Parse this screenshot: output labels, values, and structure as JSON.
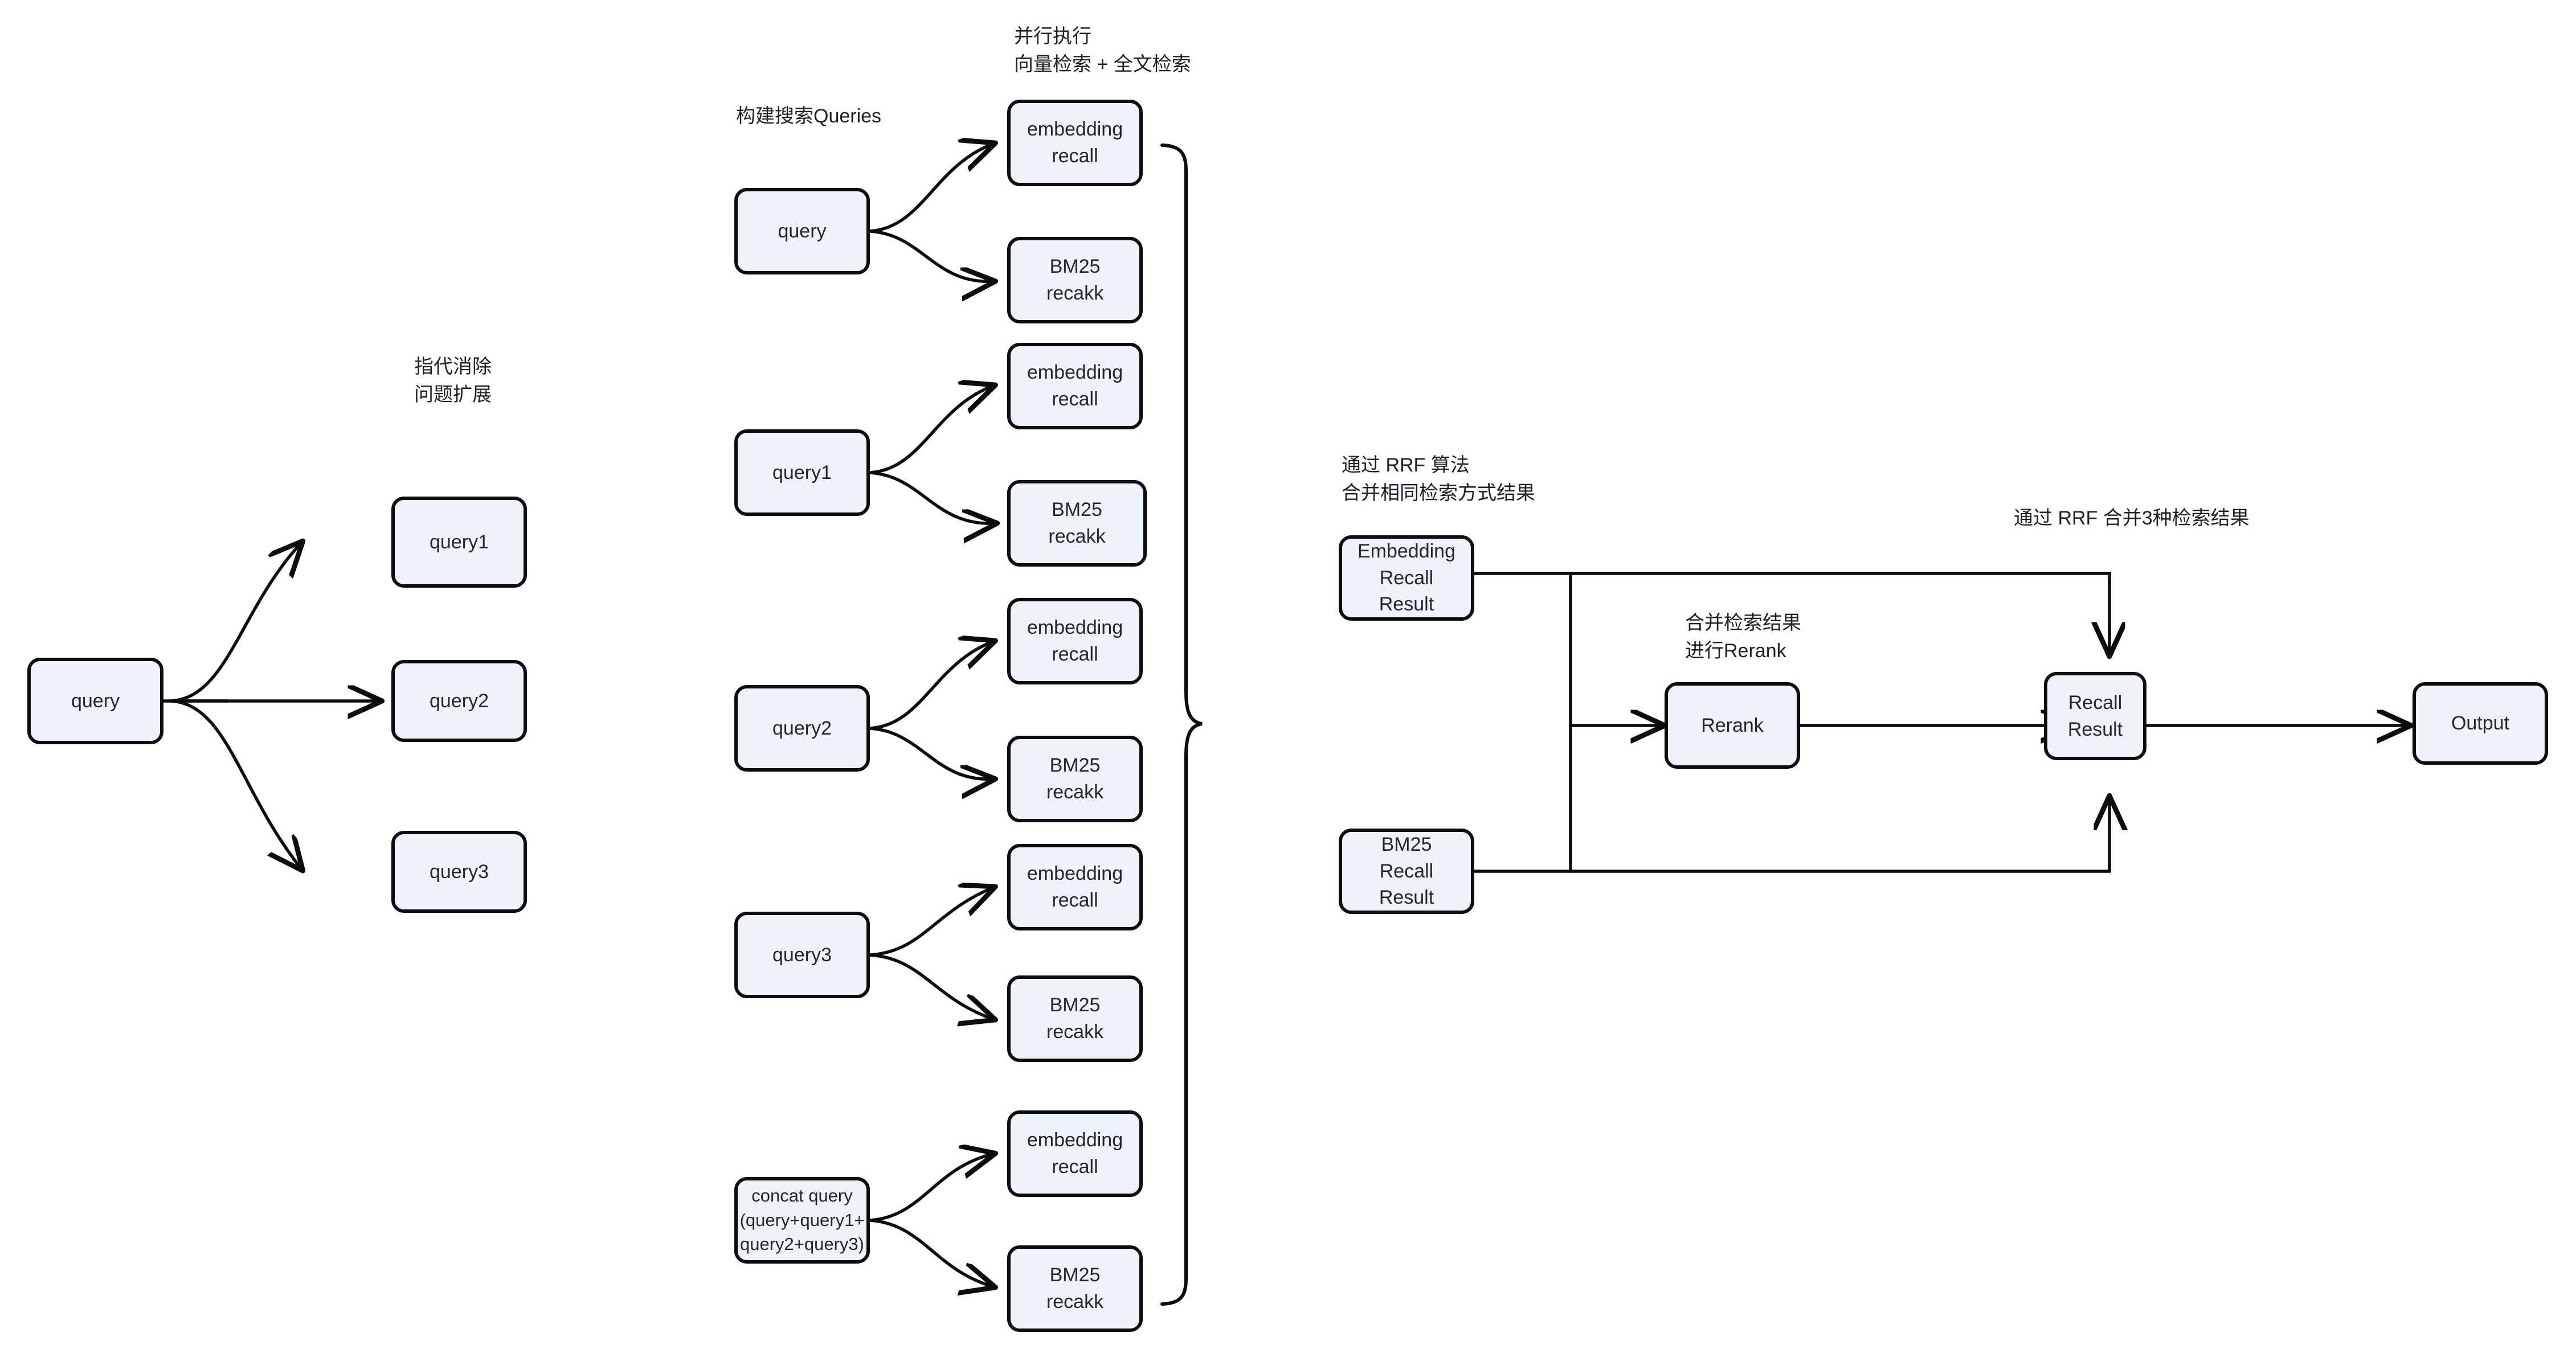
{
  "diagram": {
    "title_colors": {
      "node_fill": "#eef2fb",
      "node_border": "#0c0c0f",
      "text": "#23262e",
      "background": "#ffffff"
    },
    "captions": [
      {
        "id": "caption-rewrite",
        "text": "指代消除\n问题扩展"
      },
      {
        "id": "caption-build-queries",
        "text": "构建搜索Queries"
      },
      {
        "id": "caption-parallel",
        "text": "并行执行\n向量检索 + 全文检索"
      },
      {
        "id": "caption-rrf-same",
        "text": "通过 RRF 算法\n合并相同检索方式结果"
      },
      {
        "id": "caption-rerank",
        "text": "合并检索结果\n进行Rerank"
      },
      {
        "id": "caption-rrf-three",
        "text": "通过 RRF 合并3种检索结果"
      }
    ],
    "stage1": {
      "source": "query",
      "expansions": [
        "query1",
        "query2",
        "query3"
      ]
    },
    "stage2": {
      "groups": [
        {
          "source": "query",
          "targets": [
            "embedding\nrecall",
            "BM25\nrecakk"
          ]
        },
        {
          "source": "query1",
          "targets": [
            "embedding\nrecall",
            "BM25\nrecakk"
          ]
        },
        {
          "source": "query2",
          "targets": [
            "embedding\nrecall",
            "BM25\nrecakk"
          ]
        },
        {
          "source": "query3",
          "targets": [
            "embedding\nrecall",
            "BM25\nrecakk"
          ]
        },
        {
          "source": "concat query\n(query+query1+\nquery2+query3)",
          "targets": [
            "embedding\nrecall",
            "BM25\nrecakk"
          ]
        }
      ]
    },
    "stage3": {
      "embedding_result": "Embedding\nRecall\nResult",
      "bm25_result": "BM25\nRecall\nResult",
      "rerank": "Rerank",
      "recall_result": "Recall\nResult",
      "output": "Output"
    }
  }
}
